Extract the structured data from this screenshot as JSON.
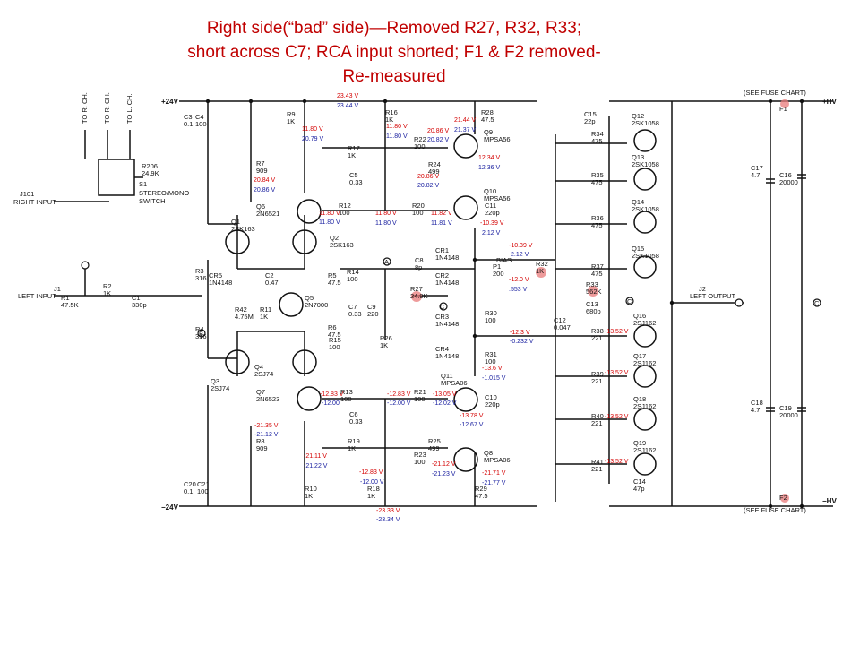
{
  "title": {
    "line1": "Right side(“bad” side)—Removed  R27, R32, R33;",
    "line2": "short across C7; RCA input shorted; F1 & F2 removed-",
    "line3": "Re-measured"
  },
  "rails": {
    "pos24": "+24V",
    "neg24": "−24V",
    "hv_pos": "+HV",
    "hv_neg": "−HV",
    "fuse_top": "(SEE FUSE CHART)",
    "fuse_bot": "(SEE FUSE CHART)",
    "f1": "F1",
    "f2": "F2"
  },
  "ports": {
    "right_input": "RIGHT INPUT",
    "j101": "J101",
    "left_input": "LEFT INPUT",
    "j1": "J1",
    "left_output": "LEFT  OUTPUT",
    "j2": "J2",
    "to_r1": "TO R. CH.",
    "to_r2": "TO R. CH.",
    "to_l": "TO L. CH.",
    "s1": "S1",
    "s1_desc": "STEREO/MONO",
    "s1_desc2": "SWITCH",
    "pa": "A",
    "pb": "B",
    "pc": "C"
  },
  "components": [
    {
      "id": "c3",
      "ref": "C3",
      "val": "0.1"
    },
    {
      "id": "c4",
      "ref": "C4",
      "val": "100"
    },
    {
      "id": "r206",
      "ref": "R206",
      "val": "24.9K"
    },
    {
      "id": "r7",
      "ref": "R7",
      "val": "909"
    },
    {
      "id": "r9",
      "ref": "R9",
      "val": "1K"
    },
    {
      "id": "r16",
      "ref": "R16",
      "val": "1K"
    },
    {
      "id": "r28",
      "ref": "R28",
      "val": "47.5"
    },
    {
      "id": "r17",
      "ref": "R17",
      "val": "1K"
    },
    {
      "id": "c5",
      "ref": "C5",
      "val": "0.33"
    },
    {
      "id": "r22",
      "ref": "R22",
      "val": "100"
    },
    {
      "id": "r24",
      "ref": "R24",
      "val": "499"
    },
    {
      "id": "q9",
      "ref": "Q9",
      "val": "MPSA56"
    },
    {
      "id": "q6",
      "ref": "Q6",
      "val": "2N6521"
    },
    {
      "id": "r12",
      "ref": "R12",
      "val": "100"
    },
    {
      "id": "r20",
      "ref": "R20",
      "val": "100"
    },
    {
      "id": "q10",
      "ref": "Q10",
      "val": "MPSA56"
    },
    {
      "id": "c11",
      "ref": "C11",
      "val": "220p"
    },
    {
      "id": "q1",
      "ref": "Q1",
      "val": "2SK163"
    },
    {
      "id": "q2",
      "ref": "Q2",
      "val": "2SK163"
    },
    {
      "id": "cr1",
      "ref": "CR1",
      "val": "1N4148"
    },
    {
      "id": "cr2",
      "ref": "CR2",
      "val": "1N4148"
    },
    {
      "id": "cr3",
      "ref": "CR3",
      "val": "1N4148"
    },
    {
      "id": "cr4",
      "ref": "CR4",
      "val": "1N4148"
    },
    {
      "id": "cr5",
      "ref": "CR5",
      "val": "1N4148"
    },
    {
      "id": "c8",
      "ref": "C8",
      "val": "8p"
    },
    {
      "id": "p1",
      "ref": "P1",
      "val": "200"
    },
    {
      "id": "p1b",
      "ref": "BIAS",
      "val": ""
    },
    {
      "id": "r32",
      "ref": "R32",
      "val": "1K"
    },
    {
      "id": "r3",
      "ref": "R3",
      "val": "316"
    },
    {
      "id": "c2",
      "ref": "C2",
      "val": "0.47"
    },
    {
      "id": "r5",
      "ref": "R5",
      "val": "47.5"
    },
    {
      "id": "r14",
      "ref": "R14",
      "val": "100"
    },
    {
      "id": "r27",
      "ref": "R27",
      "val": "24.9K"
    },
    {
      "id": "r1",
      "ref": "R1",
      "val": "47.5K"
    },
    {
      "id": "r2",
      "ref": "R2",
      "val": "1K"
    },
    {
      "id": "c1",
      "ref": "C1",
      "val": "330p"
    },
    {
      "id": "r42",
      "ref": "R42",
      "val": "4.75M"
    },
    {
      "id": "r11",
      "ref": "R11",
      "val": "1K"
    },
    {
      "id": "q5",
      "ref": "Q5",
      "val": "2N7000"
    },
    {
      "id": "c7",
      "ref": "C7",
      "val": "0.33"
    },
    {
      "id": "c9",
      "ref": "C9",
      "val": "220"
    },
    {
      "id": "r30",
      "ref": "R30",
      "val": "100"
    },
    {
      "id": "r4",
      "ref": "R4",
      "val": "316"
    },
    {
      "id": "r6",
      "ref": "R6",
      "val": "47.5"
    },
    {
      "id": "r15",
      "ref": "R15",
      "val": "100"
    },
    {
      "id": "r26",
      "ref": "R26",
      "val": "1K"
    },
    {
      "id": "r31",
      "ref": "R31",
      "val": "100"
    },
    {
      "id": "q3",
      "ref": "Q3",
      "val": "2SJ74"
    },
    {
      "id": "q4",
      "ref": "Q4",
      "val": "2SJ74"
    },
    {
      "id": "q7",
      "ref": "Q7",
      "val": "2N6523"
    },
    {
      "id": "r13",
      "ref": "R13",
      "val": "100"
    },
    {
      "id": "r21",
      "ref": "R21",
      "val": "100"
    },
    {
      "id": "q11",
      "ref": "Q11",
      "val": "MPSA06"
    },
    {
      "id": "c10",
      "ref": "C10",
      "val": "220p"
    },
    {
      "id": "c6",
      "ref": "C6",
      "val": "0.33"
    },
    {
      "id": "r19",
      "ref": "R19",
      "val": "1K"
    },
    {
      "id": "r25",
      "ref": "R25",
      "val": "499"
    },
    {
      "id": "r8",
      "ref": "R8",
      "val": "909"
    },
    {
      "id": "r23",
      "ref": "R23",
      "val": "100"
    },
    {
      "id": "q8",
      "ref": "Q8",
      "val": "MPSA06"
    },
    {
      "id": "c20",
      "ref": "C20",
      "val": "0.1"
    },
    {
      "id": "c21",
      "ref": "C21",
      "val": "100"
    },
    {
      "id": "r10",
      "ref": "R10",
      "val": "1K"
    },
    {
      "id": "r18",
      "ref": "R18",
      "val": "1K"
    },
    {
      "id": "r29",
      "ref": "R29",
      "val": "47.5"
    },
    {
      "id": "c15",
      "ref": "C15",
      "val": "22p"
    },
    {
      "id": "q12",
      "ref": "Q12",
      "val": "2SK1058"
    },
    {
      "id": "r34",
      "ref": "R34",
      "val": "475"
    },
    {
      "id": "q13",
      "ref": "Q13",
      "val": "2SK1058"
    },
    {
      "id": "r35",
      "ref": "R35",
      "val": "475"
    },
    {
      "id": "q14",
      "ref": "Q14",
      "val": "2SK1058"
    },
    {
      "id": "r36",
      "ref": "R36",
      "val": "475"
    },
    {
      "id": "q15",
      "ref": "Q15",
      "val": "2SK1058"
    },
    {
      "id": "r37",
      "ref": "R37",
      "val": "475"
    },
    {
      "id": "r33",
      "ref": "R33",
      "val": "562K"
    },
    {
      "id": "c13",
      "ref": "C13",
      "val": "680p"
    },
    {
      "id": "c12",
      "ref": "C12",
      "val": "0.047"
    },
    {
      "id": "q16",
      "ref": "Q16",
      "val": "2SJ162"
    },
    {
      "id": "r38",
      "ref": "R38",
      "val": "221"
    },
    {
      "id": "q17",
      "ref": "Q17",
      "val": "2SJ162"
    },
    {
      "id": "r39",
      "ref": "R39",
      "val": "221"
    },
    {
      "id": "q18",
      "ref": "Q18",
      "val": "2SJ162"
    },
    {
      "id": "r40",
      "ref": "R40",
      "val": "221"
    },
    {
      "id": "q19",
      "ref": "Q19",
      "val": "2SJ162"
    },
    {
      "id": "r41",
      "ref": "R41",
      "val": "221"
    },
    {
      "id": "c14",
      "ref": "C14",
      "val": "47p"
    },
    {
      "id": "c17",
      "ref": "C17",
      "val": "4.7"
    },
    {
      "id": "c16",
      "ref": "C16",
      "val": "20000"
    },
    {
      "id": "c18",
      "ref": "C18",
      "val": "4.7"
    },
    {
      "id": "c19",
      "ref": "C19",
      "val": "20000"
    }
  ],
  "measurements": [
    {
      "id": "m1",
      "text": "23.43 V",
      "color": "red"
    },
    {
      "id": "m2",
      "text": "23.44 V",
      "color": "blue"
    },
    {
      "id": "m3",
      "text": "11.80 V",
      "color": "red"
    },
    {
      "id": "m4",
      "text": "20.79 V",
      "color": "blue"
    },
    {
      "id": "m5",
      "text": "11.80 V",
      "color": "red"
    },
    {
      "id": "m6",
      "text": "11.80 V",
      "color": "blue"
    },
    {
      "id": "m7",
      "text": "20.86 V",
      "color": "red"
    },
    {
      "id": "m8",
      "text": "20.82 V",
      "color": "blue"
    },
    {
      "id": "m9",
      "text": "21.44 V",
      "color": "red"
    },
    {
      "id": "m10",
      "text": "21.37 V",
      "color": "blue"
    },
    {
      "id": "m11",
      "text": "12.34 V",
      "color": "red"
    },
    {
      "id": "m12",
      "text": "12.36 V",
      "color": "blue"
    },
    {
      "id": "m13",
      "text": "20.86 V",
      "color": "red"
    },
    {
      "id": "m14",
      "text": "20.82 V",
      "color": "blue"
    },
    {
      "id": "m15",
      "text": "20.84 V",
      "color": "red"
    },
    {
      "id": "m16",
      "text": "20.86 V",
      "color": "blue"
    },
    {
      "id": "m17",
      "text": "11.80 V",
      "color": "red"
    },
    {
      "id": "m18",
      "text": "11.80 V",
      "color": "blue"
    },
    {
      "id": "m19",
      "text": "11.80 V",
      "color": "red"
    },
    {
      "id": "m20",
      "text": "11.80 V",
      "color": "blue"
    },
    {
      "id": "m21",
      "text": "11.82 V",
      "color": "red"
    },
    {
      "id": "m22",
      "text": "11.81 V",
      "color": "blue"
    },
    {
      "id": "m23",
      "text": "-10.39 V",
      "color": "red"
    },
    {
      "id": "m24",
      "text": "2.12 V",
      "color": "blue"
    },
    {
      "id": "m25",
      "text": "-10.39 V",
      "color": "red"
    },
    {
      "id": "m26",
      "text": "2.12 V",
      "color": "blue"
    },
    {
      "id": "m27",
      "text": "-12.0 V",
      "color": "red"
    },
    {
      "id": "m28",
      "text": ".553 V",
      "color": "blue"
    },
    {
      "id": "m29",
      "text": "-12.3 V",
      "color": "red"
    },
    {
      "id": "m30",
      "text": "-0.232 V",
      "color": "blue"
    },
    {
      "id": "m31",
      "text": "-13.6 V",
      "color": "red"
    },
    {
      "id": "m32",
      "text": "-1.015 V",
      "color": "blue"
    },
    {
      "id": "m33",
      "text": "-12.83 V",
      "color": "red"
    },
    {
      "id": "m34",
      "text": "-12.00",
      "color": "blue"
    },
    {
      "id": "m35",
      "text": "-12.83 V",
      "color": "red"
    },
    {
      "id": "m36",
      "text": "-12.00 V",
      "color": "blue"
    },
    {
      "id": "m37",
      "text": "-13.05 V",
      "color": "red"
    },
    {
      "id": "m38",
      "text": "-12.02 V",
      "color": "blue"
    },
    {
      "id": "m39",
      "text": "-13.78 V",
      "color": "red"
    },
    {
      "id": "m40",
      "text": "-12.67 V",
      "color": "blue"
    },
    {
      "id": "m41",
      "text": "-21.35 V",
      "color": "red"
    },
    {
      "id": "m42",
      "text": "-21.12 V",
      "color": "blue"
    },
    {
      "id": "m43",
      "text": "-21.11 V",
      "color": "red"
    },
    {
      "id": "m44",
      "text": "-21.22 V",
      "color": "blue"
    },
    {
      "id": "m45",
      "text": "-21.12 V",
      "color": "red"
    },
    {
      "id": "m46",
      "text": "-21.23 V",
      "color": "blue"
    },
    {
      "id": "m47",
      "text": "-21.71 V",
      "color": "red"
    },
    {
      "id": "m48",
      "text": "-21.77 V",
      "color": "blue"
    },
    {
      "id": "m49",
      "text": "-12.83 V",
      "color": "red"
    },
    {
      "id": "m50",
      "text": "-12.00 V",
      "color": "blue"
    },
    {
      "id": "m51",
      "text": "-23.33 V",
      "color": "red"
    },
    {
      "id": "m52",
      "text": "-23.34 V",
      "color": "blue"
    },
    {
      "id": "m53",
      "text": "-13.52 V",
      "color": "red"
    },
    {
      "id": "m54",
      "text": "-13.52 V",
      "color": "red"
    },
    {
      "id": "m55",
      "text": "-13.52 V",
      "color": "red"
    },
    {
      "id": "m56",
      "text": "-13.52 V",
      "color": "red"
    }
  ],
  "colors": {
    "measured_red": "#d40000",
    "measured_blue": "#1a20a0",
    "removed_marker": "#e87a7a",
    "title": "#c00000"
  }
}
